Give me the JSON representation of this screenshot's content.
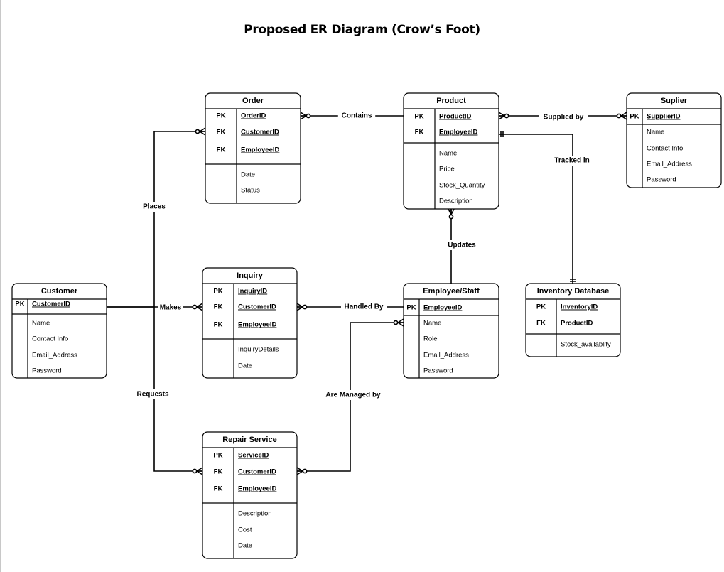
{
  "diagram": {
    "title": "Proposed ER Diagram (Crow’s Foot)"
  },
  "entities": {
    "order": {
      "name": "Order",
      "keys": [
        {
          "tag": "PK",
          "attr": "OrderID"
        },
        {
          "tag": "FK",
          "attr": "CustomerID"
        },
        {
          "tag": "FK",
          "attr": "EmployeeID"
        }
      ],
      "attrs": [
        "Date",
        "Status"
      ]
    },
    "product": {
      "name": "Product",
      "keys": [
        {
          "tag": "PK",
          "attr": "ProductID"
        },
        {
          "tag": "FK",
          "attr": "EmployeeID"
        }
      ],
      "attrs": [
        "Name",
        "Price",
        "Stock_Quantity",
        "Description"
      ]
    },
    "supplier": {
      "name": "Suplier",
      "keys": [
        {
          "tag": "PK",
          "attr": "SupplierID"
        }
      ],
      "attrs": [
        "Name",
        "Contact Info",
        "Email_Address",
        "Password"
      ]
    },
    "customer": {
      "name": "Customer",
      "keys": [
        {
          "tag": "PK",
          "attr": "CustomerID"
        }
      ],
      "attrs": [
        "Name",
        "Contact Info",
        "Email_Address",
        "Password"
      ]
    },
    "inquiry": {
      "name": "Inquiry",
      "keys": [
        {
          "tag": "PK",
          "attr": "InquiryID"
        },
        {
          "tag": "FK",
          "attr": "CustomerID"
        },
        {
          "tag": "FK",
          "attr": "EmployeeID"
        }
      ],
      "attrs": [
        "InquiryDetails",
        "Date"
      ]
    },
    "employee": {
      "name": "Employee/Staff",
      "keys": [
        {
          "tag": "PK",
          "attr": "EmployeeID"
        }
      ],
      "attrs": [
        "Name",
        "Role",
        "Email_Address",
        "Password"
      ]
    },
    "inventory": {
      "name": "Inventory Database",
      "keys": [
        {
          "tag": "PK",
          "attr": "InventoryID"
        },
        {
          "tag": "FK",
          "attr": "ProductID"
        }
      ],
      "attrs": [
        "Stock_availablity"
      ]
    },
    "repair": {
      "name": "Repair Service",
      "keys": [
        {
          "tag": "PK",
          "attr": "ServiceID"
        },
        {
          "tag": "FK",
          "attr": "CustomerID"
        },
        {
          "tag": "FK",
          "attr": "EmployeeID"
        }
      ],
      "attrs": [
        "Description",
        "Cost",
        "Date"
      ]
    }
  },
  "relationships": {
    "contains": "Contains",
    "supplied_by": "Supplied by",
    "tracked_in": "Tracked in",
    "places": "Places",
    "makes": "Makes",
    "handled_by": "Handled By",
    "updates": "Updates",
    "requests": "Requests",
    "managed_by": "Are Managed by"
  }
}
